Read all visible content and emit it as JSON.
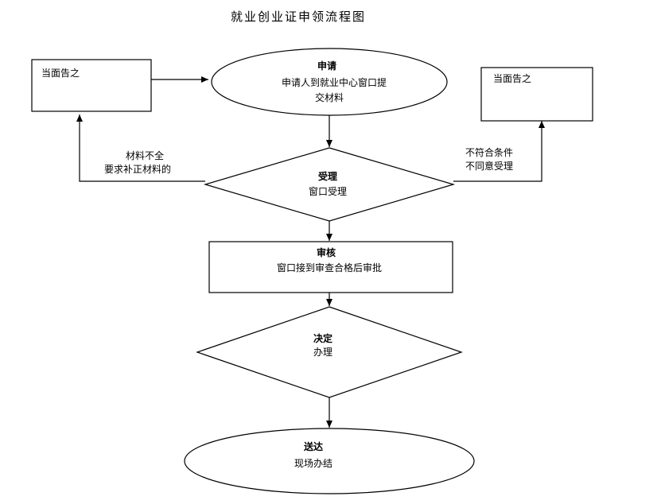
{
  "title": "就业创业证申领流程图",
  "nodes": {
    "notify_left": {
      "text": "当面告之"
    },
    "notify_right": {
      "text": "当面告之"
    },
    "apply": {
      "heading": "申请",
      "line1": "申请人到就业中心窗口提",
      "line2": "交材料"
    },
    "accept": {
      "heading": "受理",
      "text": "窗口受理"
    },
    "review": {
      "heading": "审核",
      "text": "窗口接到审查合格后审批"
    },
    "decide": {
      "heading": "决定",
      "text": "办理"
    },
    "deliver": {
      "heading": "送达",
      "text": "现场办结"
    }
  },
  "edges": {
    "left_label_1": "材料不全",
    "left_label_2": "要求补正材料的",
    "right_label_1": "不符合条件",
    "right_label_2": "不同意受理"
  }
}
